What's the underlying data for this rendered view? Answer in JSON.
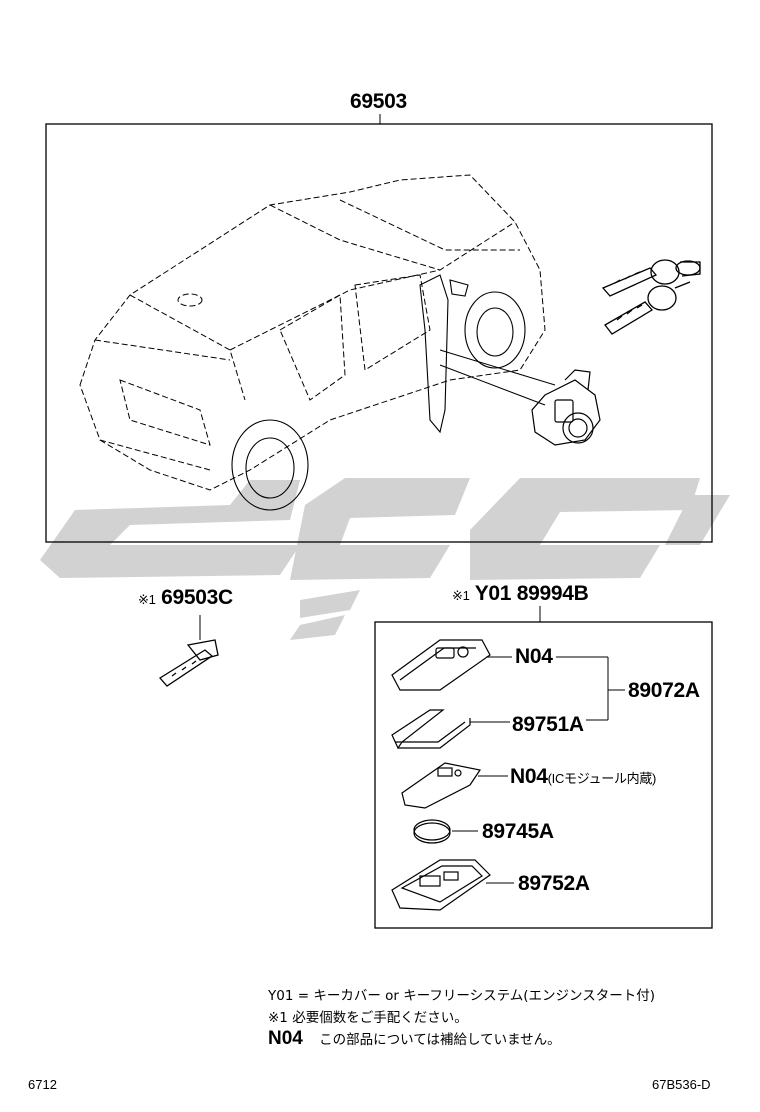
{
  "diagram": {
    "main_assembly": {
      "part_no": "69503"
    },
    "key_blank": {
      "mark": "※1",
      "part_no": "69503C"
    },
    "kit": {
      "mark": "※1",
      "code": "Y01",
      "part_no": "89994B"
    },
    "kit_parts": [
      {
        "code": "N04"
      },
      {
        "part_no": "89751A"
      },
      {
        "code": "N04",
        "note": "(ICモジュール内蔵)"
      },
      {
        "part_no": "89745A"
      },
      {
        "part_no": "89752A"
      }
    ],
    "group_part_no": "89072A"
  },
  "legend": {
    "line1": "Y01 = キーカバー or キーフリーシステム(エンジンスタート付)",
    "line2": "※1 必要個数をご手配ください。",
    "line3_code": "N04",
    "line3_text": "この部品については補給していません。"
  },
  "footer": {
    "left": "6712",
    "right": "67B536-D"
  },
  "watermark": {
    "color": "#cfcfcf"
  }
}
